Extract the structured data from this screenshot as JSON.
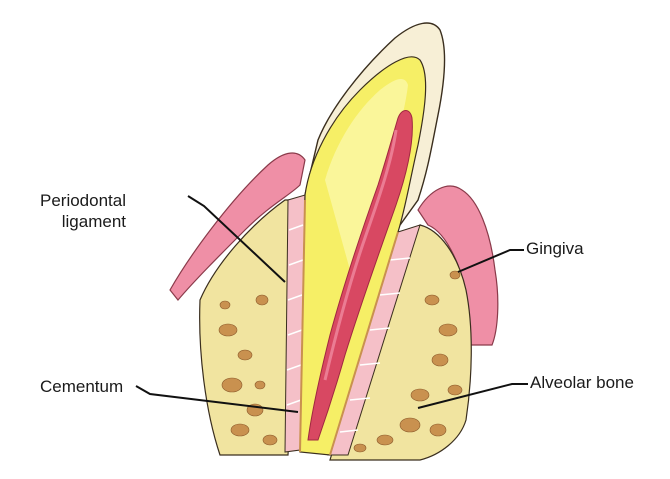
{
  "labels": {
    "periodontal_line1": "Periodontal",
    "periodontal_line2": "ligament",
    "gingiva": "Gingiva",
    "cementum": "Cementum",
    "alveolar_bone": "Alveolar bone"
  },
  "colors": {
    "gingiva": "#ef8fa6",
    "gingiva_light": "#f6c4cf",
    "bone": "#f1e4a0",
    "bone_spot": "#c9914f",
    "dentin": "#f6ef66",
    "dentin_light": "#fbf7a8",
    "enamel": "#f7efd6",
    "pulp": "#d84862",
    "pulp_edge": "#f08aa0",
    "ligament": "#f5c0c8",
    "outline": "#3a2e1e",
    "leader": "#111111"
  }
}
